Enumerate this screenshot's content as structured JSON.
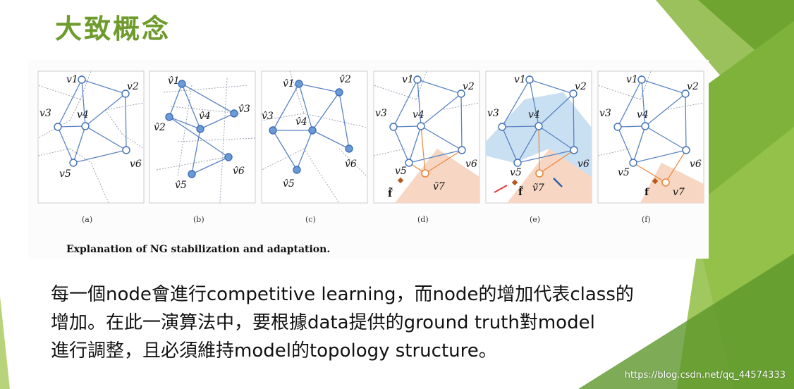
{
  "slide": {
    "title": "大致概念",
    "caption": "Explanation of NG stabilization and adaptation.",
    "body_lines": [
      "每一個node會進行competitive learning，而node的增加代表class的",
      "增加。在此一演算法中，要根據data提供的ground truth對model",
      "進行調整，且必須維持model的topology structure。"
    ],
    "watermark": "https://blog.csdn.net/qq_44574333"
  },
  "figure": {
    "panels": [
      {
        "label": "(a)",
        "nodes": [
          "v1",
          "v2",
          "v3",
          "v4",
          "v5",
          "v6"
        ]
      },
      {
        "label": "(b)",
        "nodes": [
          "v̂1",
          "v̂2",
          "v̂3",
          "v̂4",
          "v̂5",
          "v̂6"
        ]
      },
      {
        "label": "(c)",
        "nodes": [
          "v̂1",
          "v̂2",
          "v̂3",
          "v̂4",
          "v̂5",
          "v̂6"
        ]
      },
      {
        "label": "(d)",
        "nodes": [
          "v1",
          "v2",
          "v3",
          "v4",
          "v5",
          "v6"
        ],
        "extra_node": "ṽ7",
        "feature": "f̃"
      },
      {
        "label": "(e)",
        "nodes": [
          "v1",
          "v2",
          "v3",
          "v4",
          "v5",
          "v6"
        ],
        "extra_node": "ṽ7",
        "feature": "f̃"
      },
      {
        "label": "(f)",
        "nodes": [
          "v1",
          "v2",
          "v3",
          "v4",
          "v5",
          "v6"
        ],
        "extra_node": "v7",
        "feature": "f"
      }
    ]
  },
  "colors": {
    "title": "#6e9b2c",
    "node_stroke": "#3f6fb5",
    "node_fill_filled": "#6b9bd6",
    "edge": "#5b83c3",
    "voronoi": "#9aa3b3",
    "orange_region": "#f7d7c4",
    "orange_node": "#e8873c",
    "blue_region": "#c9dff2",
    "green_decor": "#6fa431"
  }
}
